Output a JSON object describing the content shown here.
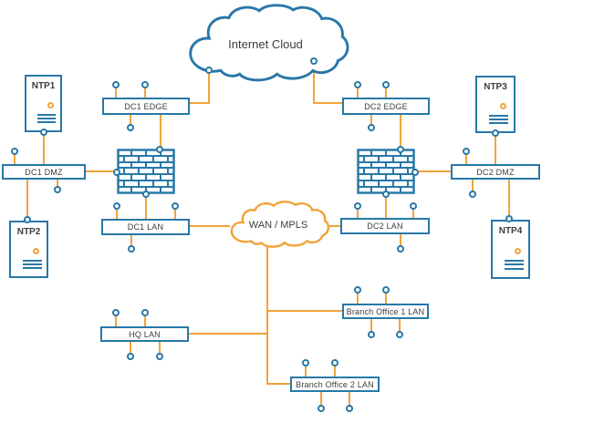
{
  "colors": {
    "blue": "#2878A8",
    "orange": "#F2A33A",
    "text": "#3D3D3D"
  },
  "clouds": {
    "internet": {
      "label": "Internet Cloud"
    },
    "wan": {
      "label": "WAN / MPLS"
    }
  },
  "servers": {
    "ntp1": {
      "label": "NTP1"
    },
    "ntp2": {
      "label": "NTP2"
    },
    "ntp3": {
      "label": "NTP3"
    },
    "ntp4": {
      "label": "NTP4"
    }
  },
  "segments": {
    "dc1_edge": {
      "label": "DC1 EDGE"
    },
    "dc2_edge": {
      "label": "DC2 EDGE"
    },
    "dc1_dmz": {
      "label": "DC1 DMZ"
    },
    "dc2_dmz": {
      "label": "DC2 DMZ"
    },
    "dc1_lan": {
      "label": "DC1 LAN"
    },
    "dc2_lan": {
      "label": "DC2 LAN"
    },
    "hq_lan": {
      "label": "HQ LAN"
    },
    "branch1_lan": {
      "label": "Branch Office 1 LAN"
    },
    "branch2_lan": {
      "label": "Branch Office 2 LAN"
    }
  }
}
